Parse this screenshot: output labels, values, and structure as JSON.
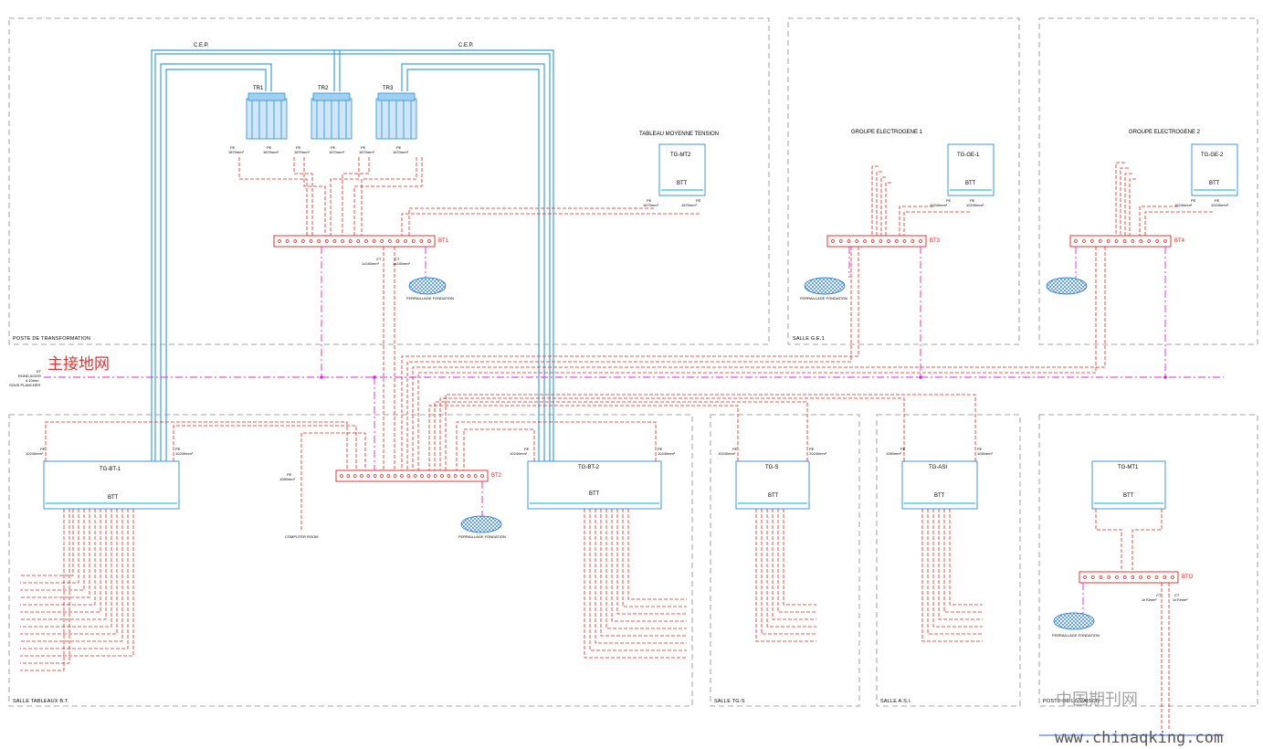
{
  "rooms": [
    {
      "id": "poste",
      "label": "POSTE DE TRANSFORMATION"
    },
    {
      "id": "ge1",
      "label": "SALLE G.E.1"
    },
    {
      "id": "ge2",
      "label": ""
    },
    {
      "id": "bt",
      "label": "SALLE TABLEAUX B.T."
    },
    {
      "id": "tgs",
      "label": "SALLE TG-S"
    },
    {
      "id": "asi",
      "label": "SALLE A.S.I."
    },
    {
      "id": "livraison",
      "label": "POSTE DE LIVRAISON"
    }
  ],
  "cep_labels": [
    "C.E.P.",
    "C.E.P."
  ],
  "transformers": [
    "TR1",
    "TR2",
    "TR3"
  ],
  "panels": {
    "tg_mt2": "TG-MT2",
    "tg_ge1": "TG-GE-1",
    "tg_ge2": "TG-GE-2",
    "tg_bt1": "TG-BT-1",
    "tg_bt2": "TG-BT-2",
    "tg_s": "TG-S",
    "tg_asi": "TG-ASI",
    "tg_mt1": "TG-MT1",
    "btt": "BTT"
  },
  "titles": {
    "mt": "TABLEAU MOYENNE TENSION",
    "ge1": "GROUPE ELECTROGENE 1",
    "ge2": "GROUPE ELECTROGENE 2"
  },
  "bars": {
    "bt1": "BT1",
    "bt2": "BT2",
    "bt3": "BT3",
    "bt4": "BT4",
    "bto": "BTO"
  },
  "conductor_labels": {
    "pe": "PE",
    "ct": "CT",
    "s1670": "1670mm²",
    "s10240": "10240mm²",
    "s1050": "1050mm²",
    "s1x240": "1x240mm²",
    "s1x70": "1x70mm²"
  },
  "fondation": "FERRAILLAGE FONDATION",
  "computer_room": "COMPUTER ROOM",
  "main_ground_cn": "主接地网",
  "main_ground_note": [
    "ET",
    "ROND ACIER",
    "d.10mm",
    "SOUS PLANCHER"
  ],
  "colors": {
    "line": "#e8201a",
    "cep": "#3aa0e0",
    "panel": "#2a8fd6",
    "ground": "#e020e0",
    "mesh": "#1a6fe0",
    "frame": "#888888"
  },
  "watermark": {
    "cn": "中国期刊网",
    "url": "www.chinaqking.com"
  }
}
